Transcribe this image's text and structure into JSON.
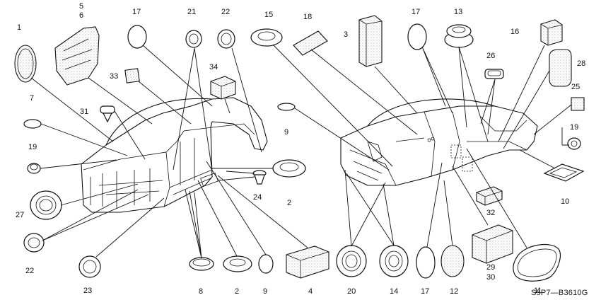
{
  "diagram": {
    "code": "S5P7—B3610G",
    "callouts": [
      {
        "id": "c1",
        "text": "1"
      },
      {
        "id": "c5",
        "text": "5"
      },
      {
        "id": "c6",
        "text": "6"
      },
      {
        "id": "c17a",
        "text": "17"
      },
      {
        "id": "c21",
        "text": "21"
      },
      {
        "id": "c22a",
        "text": "22"
      },
      {
        "id": "c15",
        "text": "15"
      },
      {
        "id": "c18",
        "text": "18"
      },
      {
        "id": "c3",
        "text": "3"
      },
      {
        "id": "c17b",
        "text": "17"
      },
      {
        "id": "c13",
        "text": "13"
      },
      {
        "id": "c16",
        "text": "16"
      },
      {
        "id": "c28",
        "text": "28"
      },
      {
        "id": "c26",
        "text": "26"
      },
      {
        "id": "c25",
        "text": "25"
      },
      {
        "id": "c19b",
        "text": "19"
      },
      {
        "id": "c33",
        "text": "33"
      },
      {
        "id": "c34",
        "text": "34"
      },
      {
        "id": "c7",
        "text": "7"
      },
      {
        "id": "c31",
        "text": "31"
      },
      {
        "id": "c9a",
        "text": "9"
      },
      {
        "id": "c19a",
        "text": "19"
      },
      {
        "id": "c27",
        "text": "27"
      },
      {
        "id": "c22b",
        "text": "22"
      },
      {
        "id": "c23",
        "text": "23"
      },
      {
        "id": "c24",
        "text": "24"
      },
      {
        "id": "c2a",
        "text": "2"
      },
      {
        "id": "c8",
        "text": "8"
      },
      {
        "id": "c2b",
        "text": "2"
      },
      {
        "id": "c9b",
        "text": "9"
      },
      {
        "id": "c4",
        "text": "4"
      },
      {
        "id": "c20",
        "text": "20"
      },
      {
        "id": "c14",
        "text": "14"
      },
      {
        "id": "c17c",
        "text": "17"
      },
      {
        "id": "c12",
        "text": "12"
      },
      {
        "id": "c29",
        "text": "29"
      },
      {
        "id": "c30",
        "text": "30"
      },
      {
        "id": "c11",
        "text": "11"
      },
      {
        "id": "c32",
        "text": "32"
      },
      {
        "id": "c10",
        "text": "10"
      }
    ]
  }
}
